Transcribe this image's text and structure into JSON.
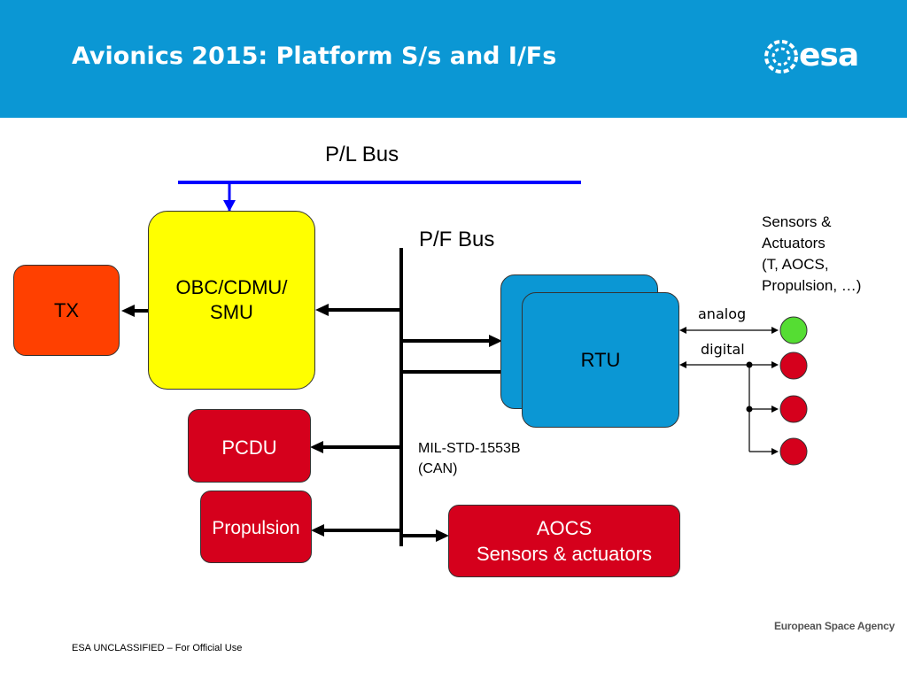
{
  "header": {
    "title": "Avionics 2015: Platform S/s and I/Fs",
    "logo_text": "esa",
    "background": "#0b97d4"
  },
  "diagram": {
    "pl_bus_label": "P/L Bus",
    "pf_bus_label": "P/F Bus",
    "obc_label_line1": "OBC/CDMU/",
    "obc_label_line2": "SMU",
    "tx_label": "TX",
    "pcdu_label": "PCDU",
    "propulsion_label": "Propulsion",
    "rtu_label": "RTU",
    "aocs_label_line1": "AOCS",
    "aocs_label_line2": "Sensors & actuators",
    "bus_standard_line1": "MIL-STD-1553B",
    "bus_standard_line2": "(CAN)",
    "sensors_line1": "Sensors &",
    "sensors_line2": "Actuators",
    "sensors_line3": "(T, AOCS,",
    "sensors_line4": "Propulsion, …)",
    "analog_label": "analog",
    "digital_label": "digital",
    "colors": {
      "obc": "#ffff00",
      "tx": "#ff4000",
      "red_box": "#d5001c",
      "rtu": "#0b97d4",
      "pl_bus": "#0000ff",
      "analog_sensor": "#55dd33",
      "digital_sensor": "#d5001c"
    }
  },
  "footer": {
    "classification": "ESA UNCLASSIFIED – For Official Use",
    "agency": "European Space Agency"
  }
}
